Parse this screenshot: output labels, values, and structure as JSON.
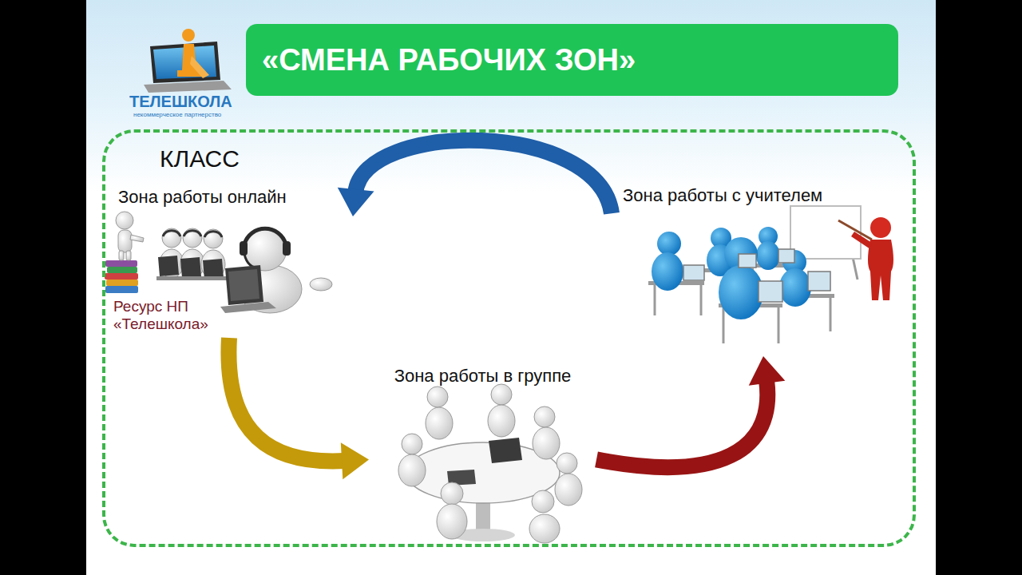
{
  "diagram": {
    "title": "«СМЕНА РАБОЧИХ ЗОН»",
    "nodes": [
      {
        "text": [
          "КЛАСС"
        ]
      },
      {
        "text": [
          "Зона работы онлайн",
          "Ресурс НП «Телешкола»"
        ],
        "in": 0
      },
      {
        "text": [
          "Зона работы с учителем"
        ],
        "in": 0
      },
      {
        "text": [
          "Зона работы в группе"
        ],
        "in": 0
      }
    ],
    "edges": [
      {
        "from": 2,
        "to": 1,
        "arrow": "to"
      },
      {
        "from": 1,
        "to": 3,
        "arrow": "to"
      },
      {
        "from": 3,
        "to": 2,
        "arrow": "to"
      }
    ],
    "labels": [
      "ТЕЛЕШКОЛА",
      "некоммерческое партнерство"
    ]
  }
}
